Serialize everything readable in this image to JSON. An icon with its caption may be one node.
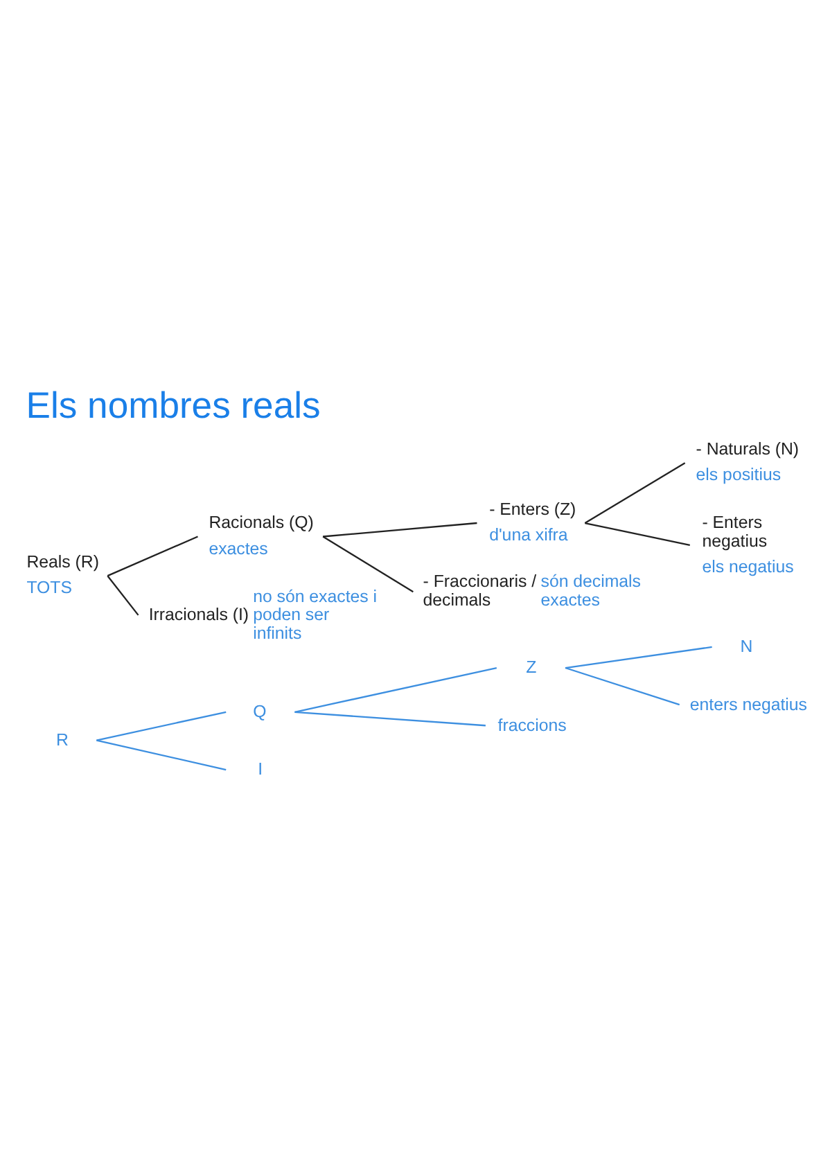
{
  "diagram": {
    "title": "Els nombres reals",
    "nodes": [
      {
        "text": [
          "Reals (R)",
          "TOTS"
        ]
      },
      {
        "text": [
          "Racionals (Q)",
          "exactes"
        ]
      },
      {
        "text": [
          "- Enters (Z)",
          "d'una xifra"
        ]
      },
      {
        "text": [
          "- Naturals (N)",
          "els positius"
        ]
      },
      {
        "text": [
          "- Enters negatius",
          "els negatius"
        ]
      },
      {
        "text": [
          "- Fraccionaris / decimals"
        ],
        "beside": [
          "són decimals exactes"
        ]
      },
      {
        "text": [
          "Irracionals (I)"
        ],
        "beside": [
          "no són exactes i poden ser infinits"
        ]
      },
      {
        "text": [
          "R"
        ]
      },
      {
        "text": [
          "Q"
        ]
      },
      {
        "text": [
          "Z"
        ]
      },
      {
        "text": [
          "N"
        ]
      },
      {
        "text": [
          "enters negatius"
        ]
      },
      {
        "text": [
          "fraccions"
        ]
      },
      {
        "text": [
          "I"
        ]
      }
    ],
    "edges": [
      {
        "from": 0,
        "to": 1,
        "arrow": "none"
      },
      {
        "from": 0,
        "to": 6,
        "arrow": "none"
      },
      {
        "from": 1,
        "to": 2,
        "arrow": "none"
      },
      {
        "from": 1,
        "to": 5,
        "arrow": "none"
      },
      {
        "from": 2,
        "to": 3,
        "arrow": "none"
      },
      {
        "from": 2,
        "to": 4,
        "arrow": "none"
      },
      {
        "from": 7,
        "to": 8,
        "arrow": "none",
        "color": "#3d8fe0"
      },
      {
        "from": 7,
        "to": 13,
        "arrow": "none",
        "color": "#3d8fe0"
      },
      {
        "from": 8,
        "to": 9,
        "arrow": "none",
        "color": "#3d8fe0"
      },
      {
        "from": 8,
        "to": 12,
        "arrow": "none",
        "color": "#3d8fe0"
      },
      {
        "from": 9,
        "to": 10,
        "arrow": "none",
        "color": "#3d8fe0"
      },
      {
        "from": 9,
        "to": 11,
        "arrow": "none",
        "color": "#3d8fe0"
      }
    ]
  }
}
